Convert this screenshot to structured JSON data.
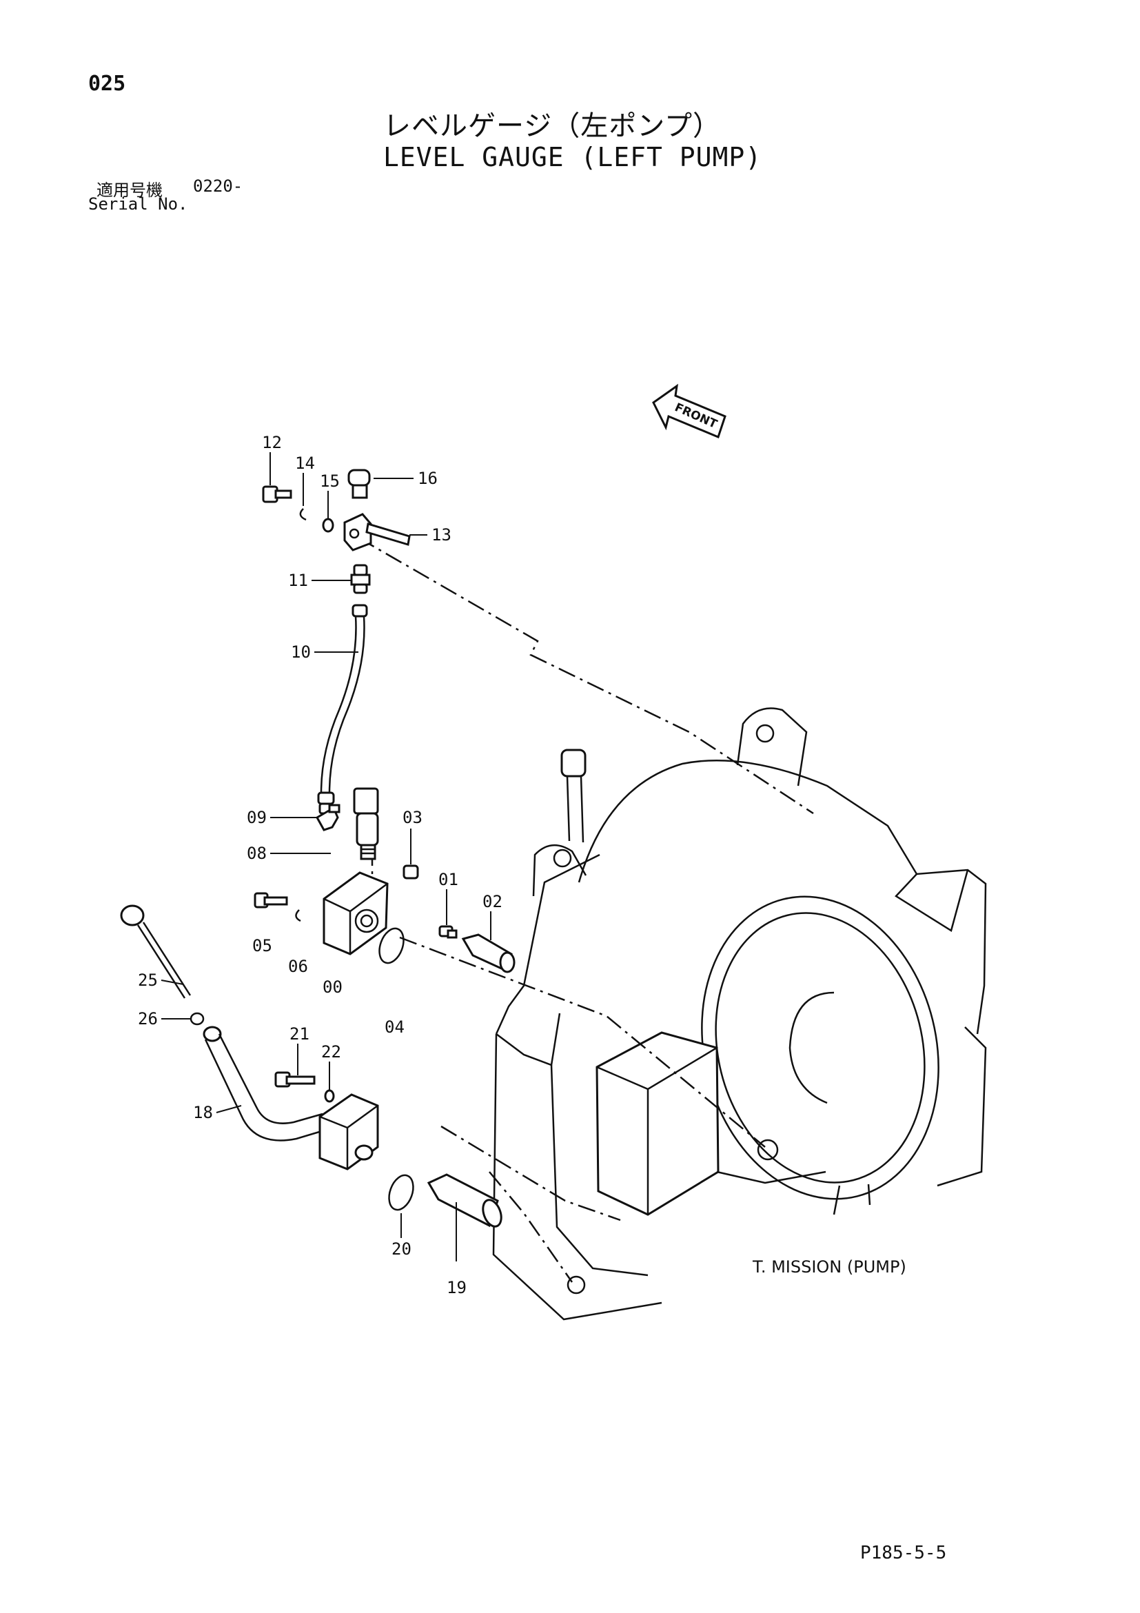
{
  "page_number": "025",
  "title_jp": "レベルゲージ（左ポンプ）",
  "title_en": "LEVEL GAUGE (LEFT PUMP)",
  "serial": {
    "label_jp": "適用号機",
    "value": "0220-",
    "label_en": "Serial No."
  },
  "front_label": "FRONT",
  "assembly_label": "T. MISSION (PUMP)",
  "sheet_ref": "P185-5-5",
  "parts": [
    {
      "no": "00"
    },
    {
      "no": "01"
    },
    {
      "no": "02"
    },
    {
      "no": "03"
    },
    {
      "no": "04"
    },
    {
      "no": "05"
    },
    {
      "no": "06"
    },
    {
      "no": "08"
    },
    {
      "no": "09"
    },
    {
      "no": "10"
    },
    {
      "no": "11"
    },
    {
      "no": "12"
    },
    {
      "no": "13"
    },
    {
      "no": "14"
    },
    {
      "no": "15"
    },
    {
      "no": "16"
    },
    {
      "no": "18"
    },
    {
      "no": "19"
    },
    {
      "no": "20"
    },
    {
      "no": "21"
    },
    {
      "no": "22"
    },
    {
      "no": "25"
    },
    {
      "no": "26"
    }
  ]
}
